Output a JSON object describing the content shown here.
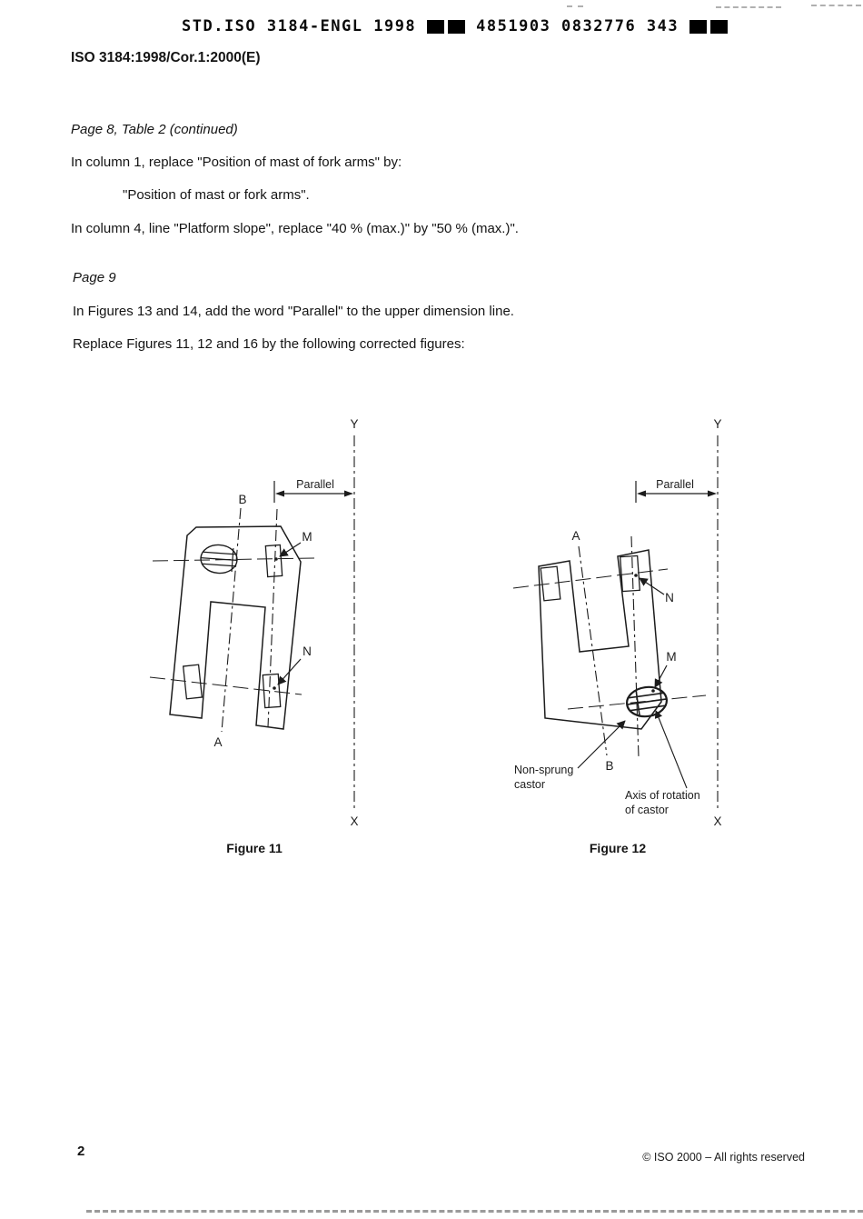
{
  "header_code": {
    "left": "STD.ISO 3184-ENGL 1998",
    "right": "4851903 0832776 343"
  },
  "doc_ref": "ISO 3184:1998/Cor.1:2000(E)",
  "body": {
    "section1_heading": "Page 8, Table 2 (continued)",
    "para1": "In column 1, replace \"Position of mast of fork arms\" by:",
    "para2": "\"Position of mast or fork arms\".",
    "para3": "In column 4, line \"Platform slope\", replace \"40 % (max.)\" by \"50 % (max.)\".",
    "section2_heading": "Page 9",
    "para4": "In Figures 13 and 14, add the word \"Parallel\" to the upper dimension line.",
    "para5": "Replace Figures 11, 12 and 16 by the following corrected figures:"
  },
  "figure11": {
    "caption": "Figure 11",
    "labels": {
      "y": "Y",
      "x": "X",
      "a": "A",
      "b": "B",
      "m": "M",
      "n": "N",
      "parallel": "Parallel"
    }
  },
  "figure12": {
    "caption": "Figure 12",
    "labels": {
      "y": "Y",
      "x": "X",
      "a": "A",
      "b": "B",
      "m": "M",
      "n": "N",
      "parallel": "Parallel",
      "castor1": "Non-sprung",
      "castor2": "castor",
      "axis1": "Axis of rotation",
      "axis2": "of castor"
    }
  },
  "footer": {
    "page_number": "2",
    "copyright": "© ISO 2000 – All rights reserved"
  }
}
